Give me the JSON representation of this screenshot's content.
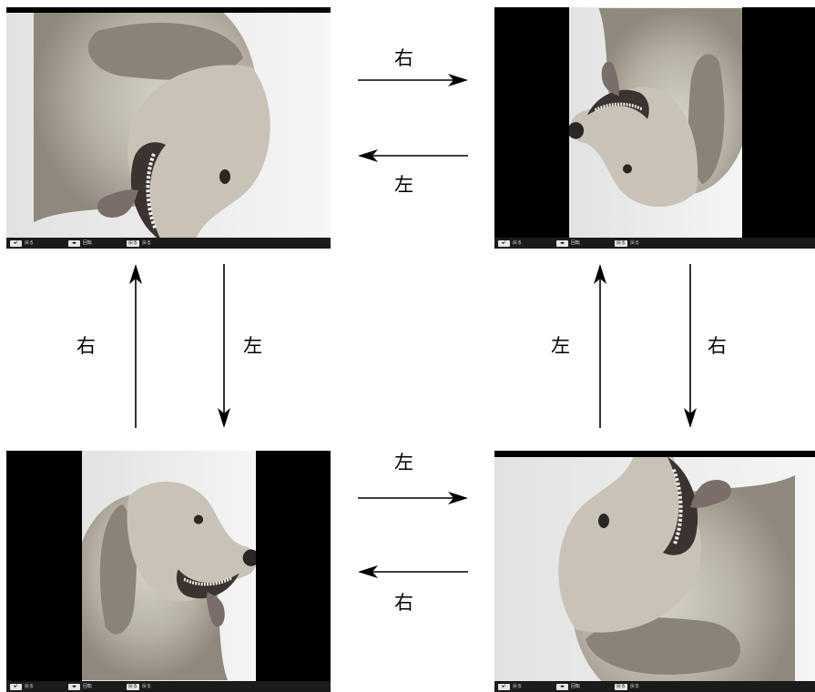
{
  "screens": [
    {
      "id": "top-left",
      "orientation": "rotated-left"
    },
    {
      "id": "top-right",
      "orientation": "upside-down"
    },
    {
      "id": "bottom-left",
      "orientation": "upright"
    },
    {
      "id": "bottom-right",
      "orientation": "rotated-right"
    }
  ],
  "statusbar": {
    "back_key": "◂┘",
    "back_label": "戻る",
    "rotate_key": "◂▸",
    "rotate_label": "回転",
    "exit_key": "戻る",
    "exit_label": "戻る"
  },
  "labels": {
    "top_right_arrow": "右",
    "top_left_arrow": "左",
    "left_up_arrow": "右",
    "left_down_arrow": "左",
    "right_up_arrow": "左",
    "right_down_arrow": "右",
    "bottom_right_arrow": "左",
    "bottom_left_arrow": "右"
  },
  "colors": {
    "arrow": "#000000",
    "screen_bg": "#000000",
    "statusbar": "#1b1b1b"
  }
}
